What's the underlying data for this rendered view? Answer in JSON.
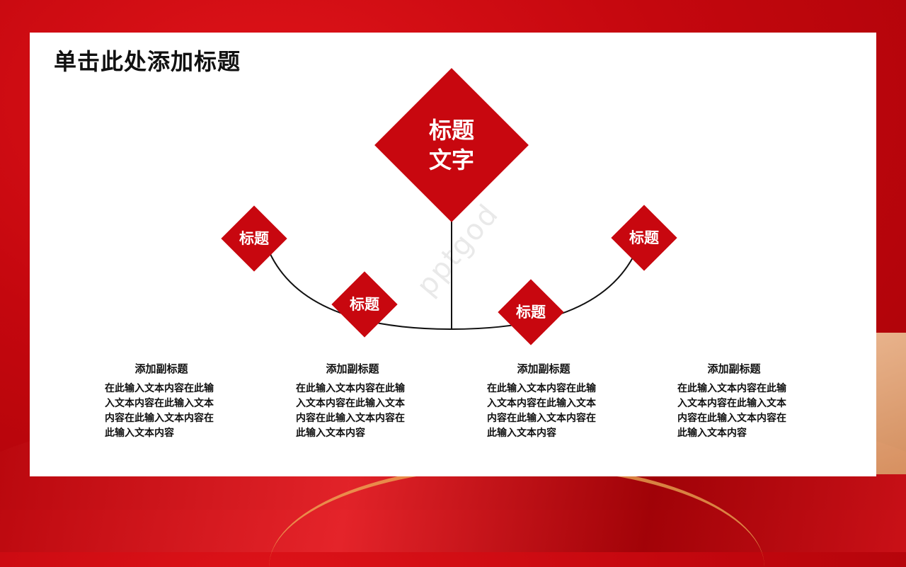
{
  "slide": {
    "title": "单击此处添加标题",
    "center": {
      "line1": "标题",
      "line2": "文字"
    },
    "nodes": [
      "标题",
      "标题",
      "标题",
      "标题"
    ],
    "watermark": "pptgod",
    "columns": [
      {
        "subtitle": "添加副标题",
        "body": "在此输入文本内容在此输入文本内容在此输入文本内容在此输入文本内容在此输入文本内容"
      },
      {
        "subtitle": "添加副标题",
        "body": "在此输入文本内容在此输入文本内容在此输入文本内容在此输入文本内容在此输入文本内容"
      },
      {
        "subtitle": "添加副标题",
        "body": "在此输入文本内容在此输入文本内容在此输入文本内容在此输入文本内容在此输入文本内容"
      },
      {
        "subtitle": "添加副标题",
        "body": "在此输入文本内容在此输入文本内容在此输入文本内容在此输入文本内容在此输入文本内容"
      }
    ]
  },
  "colors": {
    "accent": "#c8070f",
    "background": "#c4070e",
    "panel": "#ffffff"
  }
}
